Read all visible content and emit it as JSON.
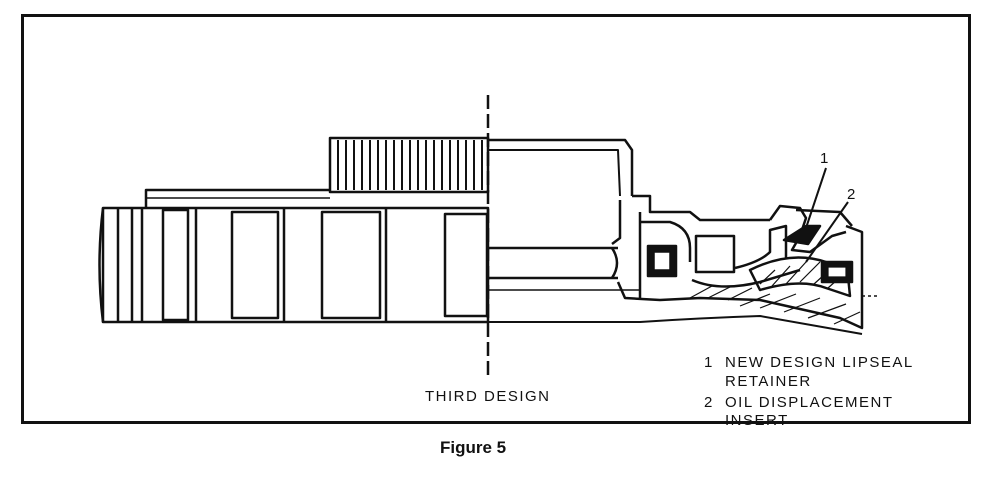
{
  "figure": {
    "caption": "Figure 5",
    "section_label": "THIRD DESIGN",
    "callouts": [
      {
        "number": "1"
      },
      {
        "number": "2"
      }
    ],
    "legend": [
      {
        "number": "1",
        "line1": "NEW DESIGN LIPSEAL",
        "line2": "RETAINER"
      },
      {
        "number": "2",
        "line1": "OIL DISPLACEMENT",
        "line2": "INSERT"
      }
    ]
  },
  "colors": {
    "ink": "#111111",
    "paper": "#ffffff"
  }
}
